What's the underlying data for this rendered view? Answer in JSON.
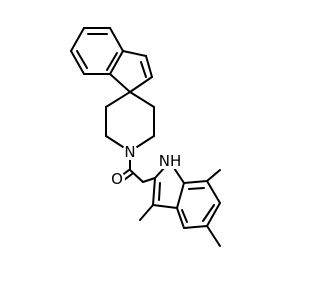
{
  "atoms": {
    "n_piperidine": "N",
    "o_carbonyl": "O",
    "nh_indole": "NH"
  },
  "colors": {
    "background": "#ffffff",
    "bond": "#000000",
    "label": "#000000"
  }
}
